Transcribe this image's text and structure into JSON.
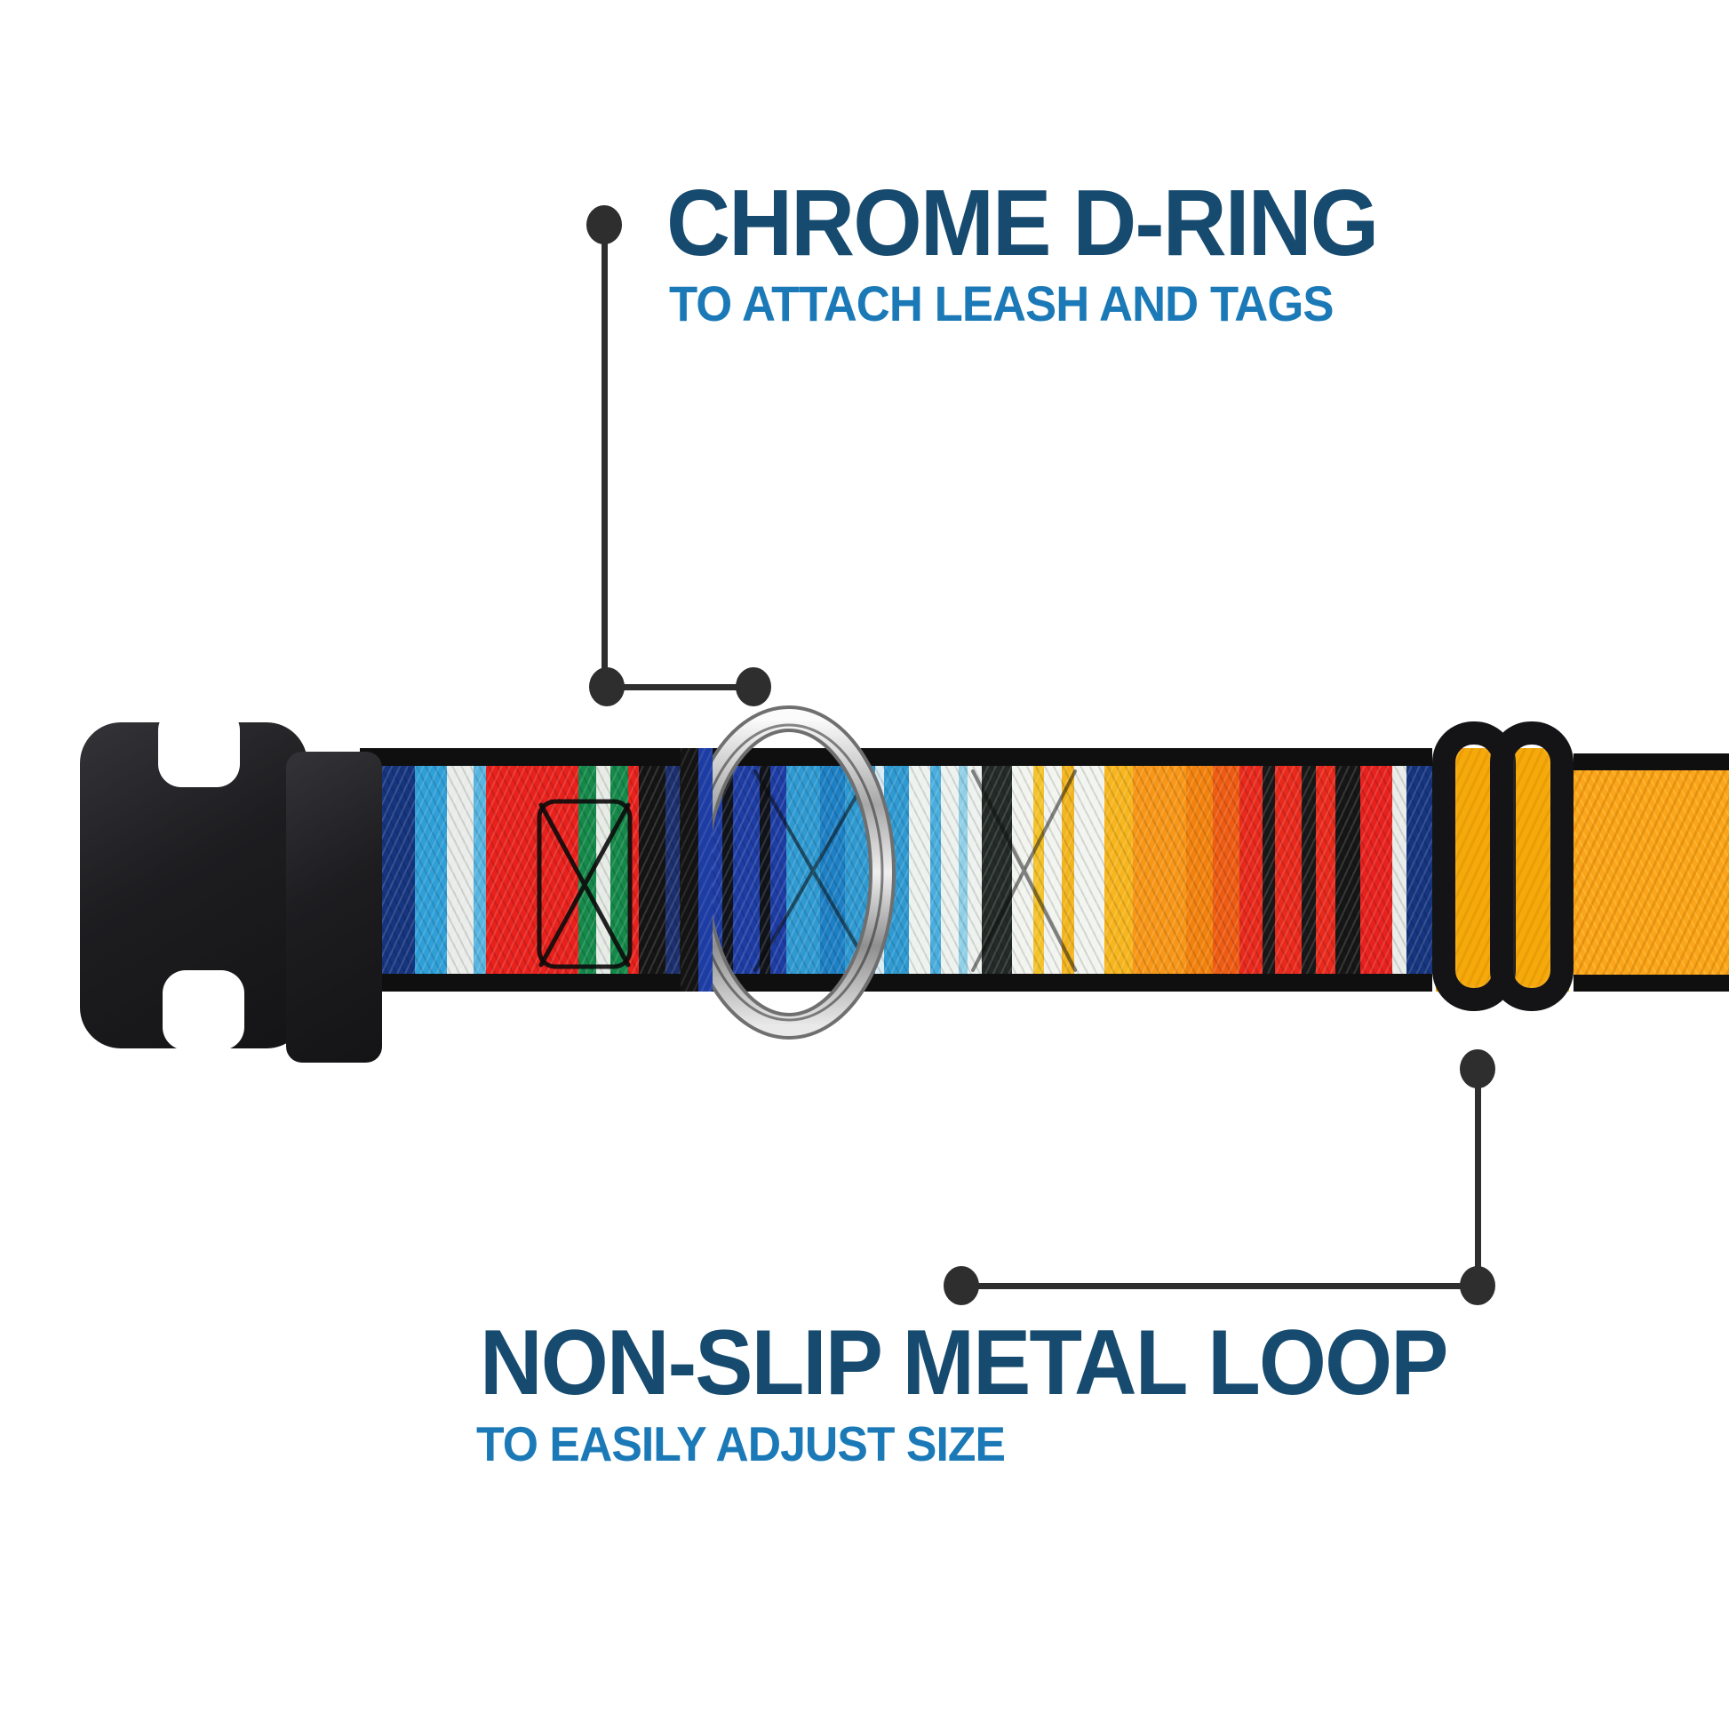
{
  "annotations": {
    "top": {
      "title": "CHROME D-RING",
      "subtitle": "TO ATTACH LEASH AND TAGS"
    },
    "bottom": {
      "title": "NON-SLIP METAL LOOP",
      "subtitle": "TO EASILY ADJUST SIZE"
    }
  },
  "colors": {
    "background": "#ffffff",
    "title_navy": "#164a6e",
    "subtitle_blue": "#1a79b6",
    "callout": "#2e2e2e",
    "selvedge_black": "#0f0f10",
    "slider_black": "#141417",
    "amber": "#fba51c",
    "under_slider_yellow": "#f5a90a",
    "chrome_light": "#f7f7f7",
    "chrome_mid": "#c9c9c9",
    "chrome_dark": "#858585"
  },
  "collar": {
    "serape_stripes": [
      {
        "width": 20,
        "color": "#161616"
      },
      {
        "width": 42,
        "color": "#16357f"
      },
      {
        "width": 36,
        "color": "#2f9fd8"
      },
      {
        "width": 30,
        "color": "#e9ece9"
      },
      {
        "width": 14,
        "color": "#58b5e0"
      },
      {
        "width": 104,
        "color": "#e8211c"
      },
      {
        "width": 20,
        "color": "#15894a"
      },
      {
        "width": 16,
        "color": "#e6ebe6"
      },
      {
        "width": 20,
        "color": "#15894a"
      },
      {
        "width": 12,
        "color": "#e8211c"
      },
      {
        "width": 30,
        "color": "#141414"
      },
      {
        "width": 16,
        "color": "#1c2f6e"
      },
      {
        "width": 22,
        "color": "#141414"
      },
      {
        "width": 26,
        "color": "#1e3da4"
      },
      {
        "width": 12,
        "color": "#10131a"
      },
      {
        "width": 30,
        "color": "#1e3da4"
      },
      {
        "width": 12,
        "color": "#10131a"
      },
      {
        "width": 18,
        "color": "#1e3da4"
      },
      {
        "width": 38,
        "color": "#2f9ad2"
      },
      {
        "width": 28,
        "color": "#1d7fc4"
      },
      {
        "width": 34,
        "color": "#2f9ad2"
      },
      {
        "width": 10,
        "color": "#d7ecf5"
      },
      {
        "width": 28,
        "color": "#2f9ad2"
      },
      {
        "width": 24,
        "color": "#eef2ef"
      },
      {
        "width": 12,
        "color": "#49aede"
      },
      {
        "width": 20,
        "color": "#eef2ef"
      },
      {
        "width": 10,
        "color": "#8fd0e8"
      },
      {
        "width": 16,
        "color": "#eef2ef"
      },
      {
        "width": 34,
        "color": "#232a27"
      },
      {
        "width": 24,
        "color": "#f2f4ef"
      },
      {
        "width": 12,
        "color": "#f4c32b"
      },
      {
        "width": 20,
        "color": "#f2f4ef"
      },
      {
        "width": 14,
        "color": "#f2b51f"
      },
      {
        "width": 34,
        "color": "#f2f4ef"
      },
      {
        "width": 32,
        "color": "#f7b61e"
      },
      {
        "width": 60,
        "color": "#f79617"
      },
      {
        "width": 30,
        "color": "#f2820d"
      },
      {
        "width": 30,
        "color": "#ee5b12"
      },
      {
        "width": 26,
        "color": "#e8291c"
      },
      {
        "width": 14,
        "color": "#181818"
      },
      {
        "width": 30,
        "color": "#e8291c"
      },
      {
        "width": 16,
        "color": "#181818"
      },
      {
        "width": 22,
        "color": "#e8291c"
      },
      {
        "width": 28,
        "color": "#161616"
      },
      {
        "width": 36,
        "color": "#e7211d"
      },
      {
        "width": 16,
        "color": "#e9ece9"
      },
      {
        "width": 30,
        "color": "#16357f"
      }
    ]
  }
}
